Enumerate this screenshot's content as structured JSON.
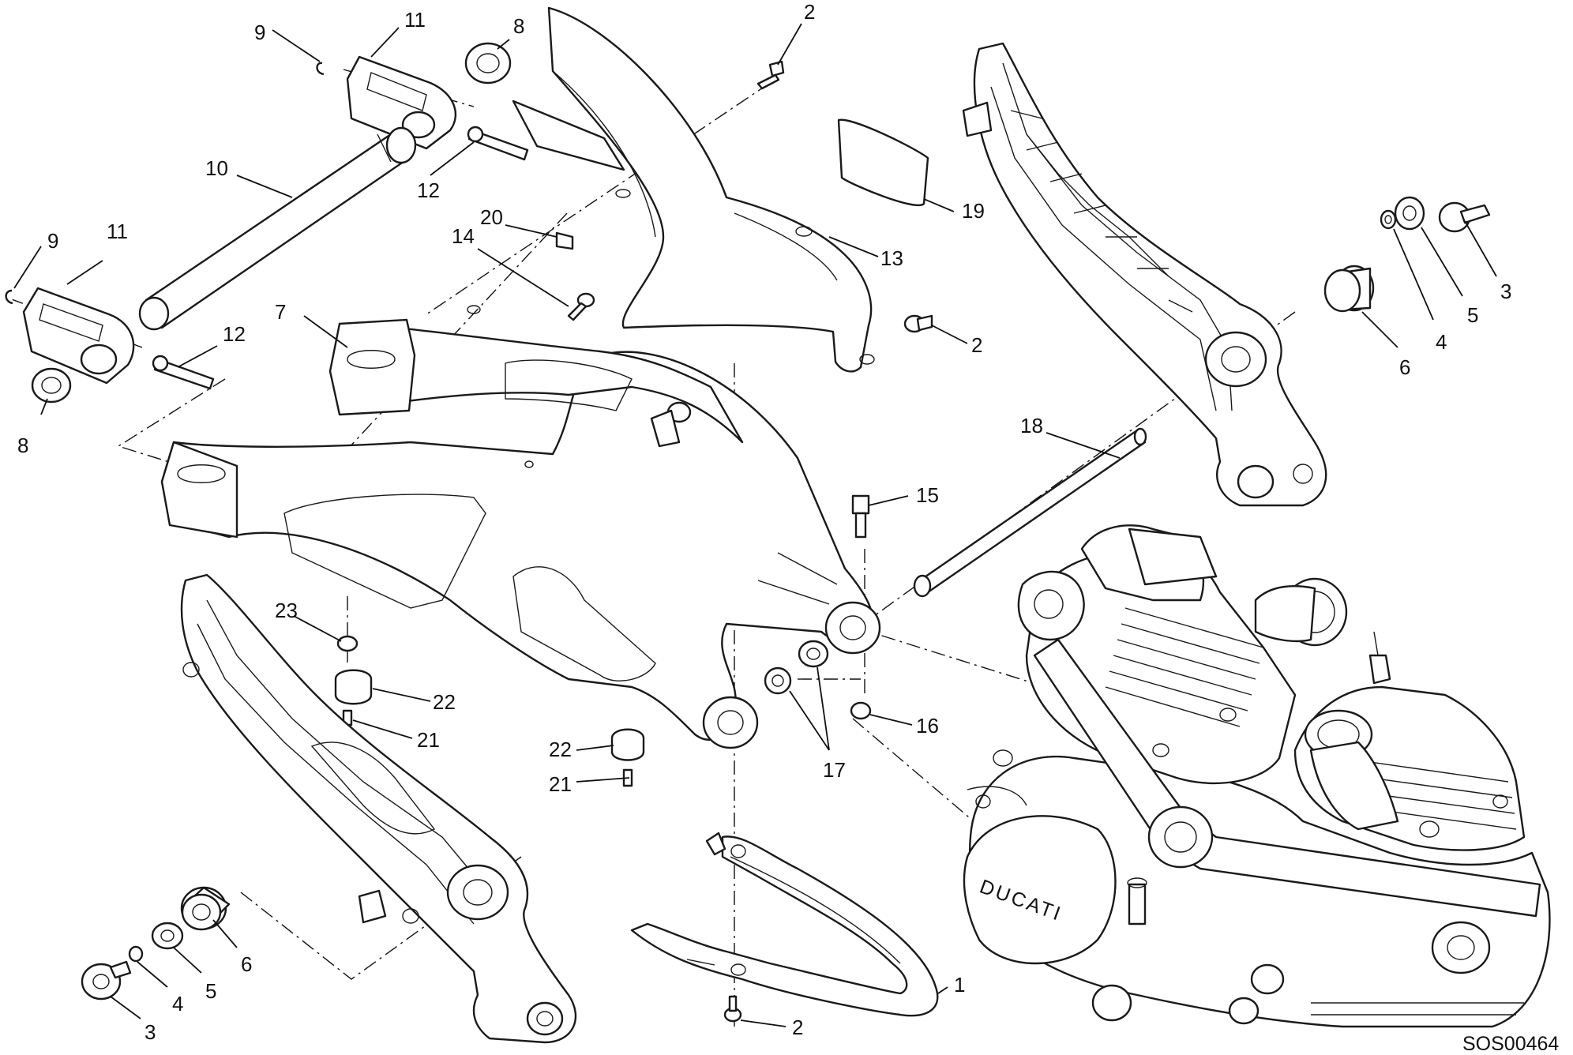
{
  "drawing_code": "SOS00464",
  "callouts": {
    "c1": "1",
    "c2a": "2",
    "c2b": "2",
    "c2c": "2",
    "c3a": "3",
    "c3b": "3",
    "c4a": "4",
    "c4b": "4",
    "c5a": "5",
    "c5b": "5",
    "c6a": "6",
    "c6b": "6",
    "c7": "7",
    "c8a": "8",
    "c8b": "8",
    "c9a": "9",
    "c9b": "9",
    "c10": "10",
    "c11a": "11",
    "c11b": "11",
    "c12a": "12",
    "c12b": "12",
    "c13": "13",
    "c14": "14",
    "c15": "15",
    "c16": "16",
    "c17": "17",
    "c18": "18",
    "c19": "19",
    "c20": "20",
    "c21a": "21",
    "c21b": "21",
    "c22a": "22",
    "c22b": "22",
    "c23": "23"
  },
  "engine_logo_text": "DUCATI",
  "colors": {
    "line": "#1a1a1a",
    "background": "#ffffff"
  }
}
